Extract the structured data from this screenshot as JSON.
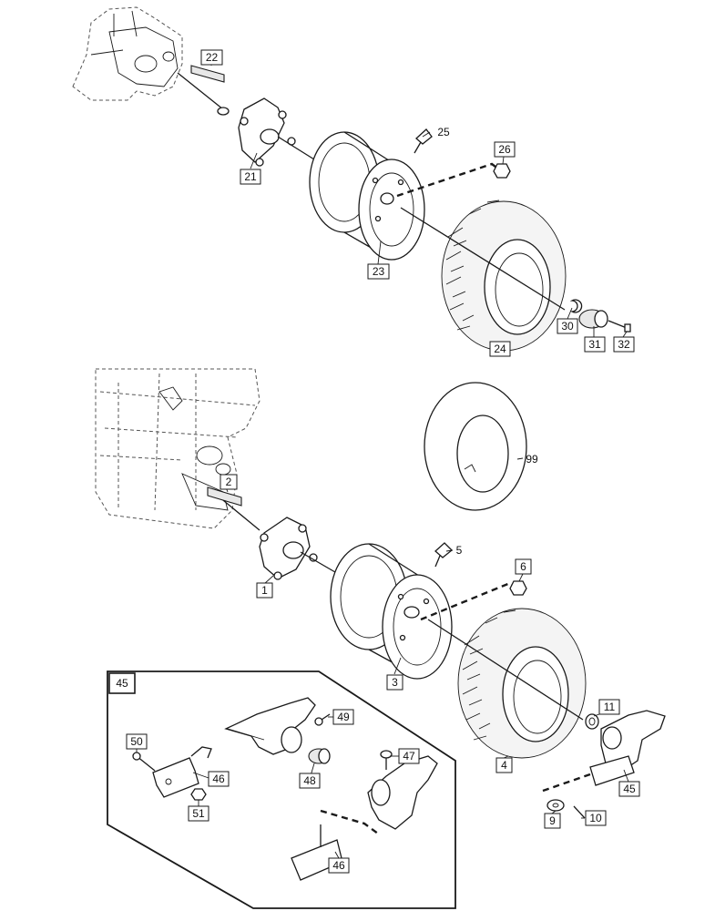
{
  "callouts": {
    "c1": "1",
    "c2": "2",
    "c3": "3",
    "c4": "4",
    "c5": "5",
    "c6": "6",
    "c9": "9",
    "c10": "10",
    "c11": "11",
    "c21": "21",
    "c22": "22",
    "c23": "23",
    "c24": "24",
    "c25": "25",
    "c26": "26",
    "c30": "30",
    "c31": "31",
    "c32": "32",
    "c45_inset": "45",
    "c45": "45",
    "c46a": "46",
    "c46b": "46",
    "c47": "47",
    "c48": "48",
    "c49": "49",
    "c50": "50",
    "c51": "51",
    "c99": "99"
  }
}
